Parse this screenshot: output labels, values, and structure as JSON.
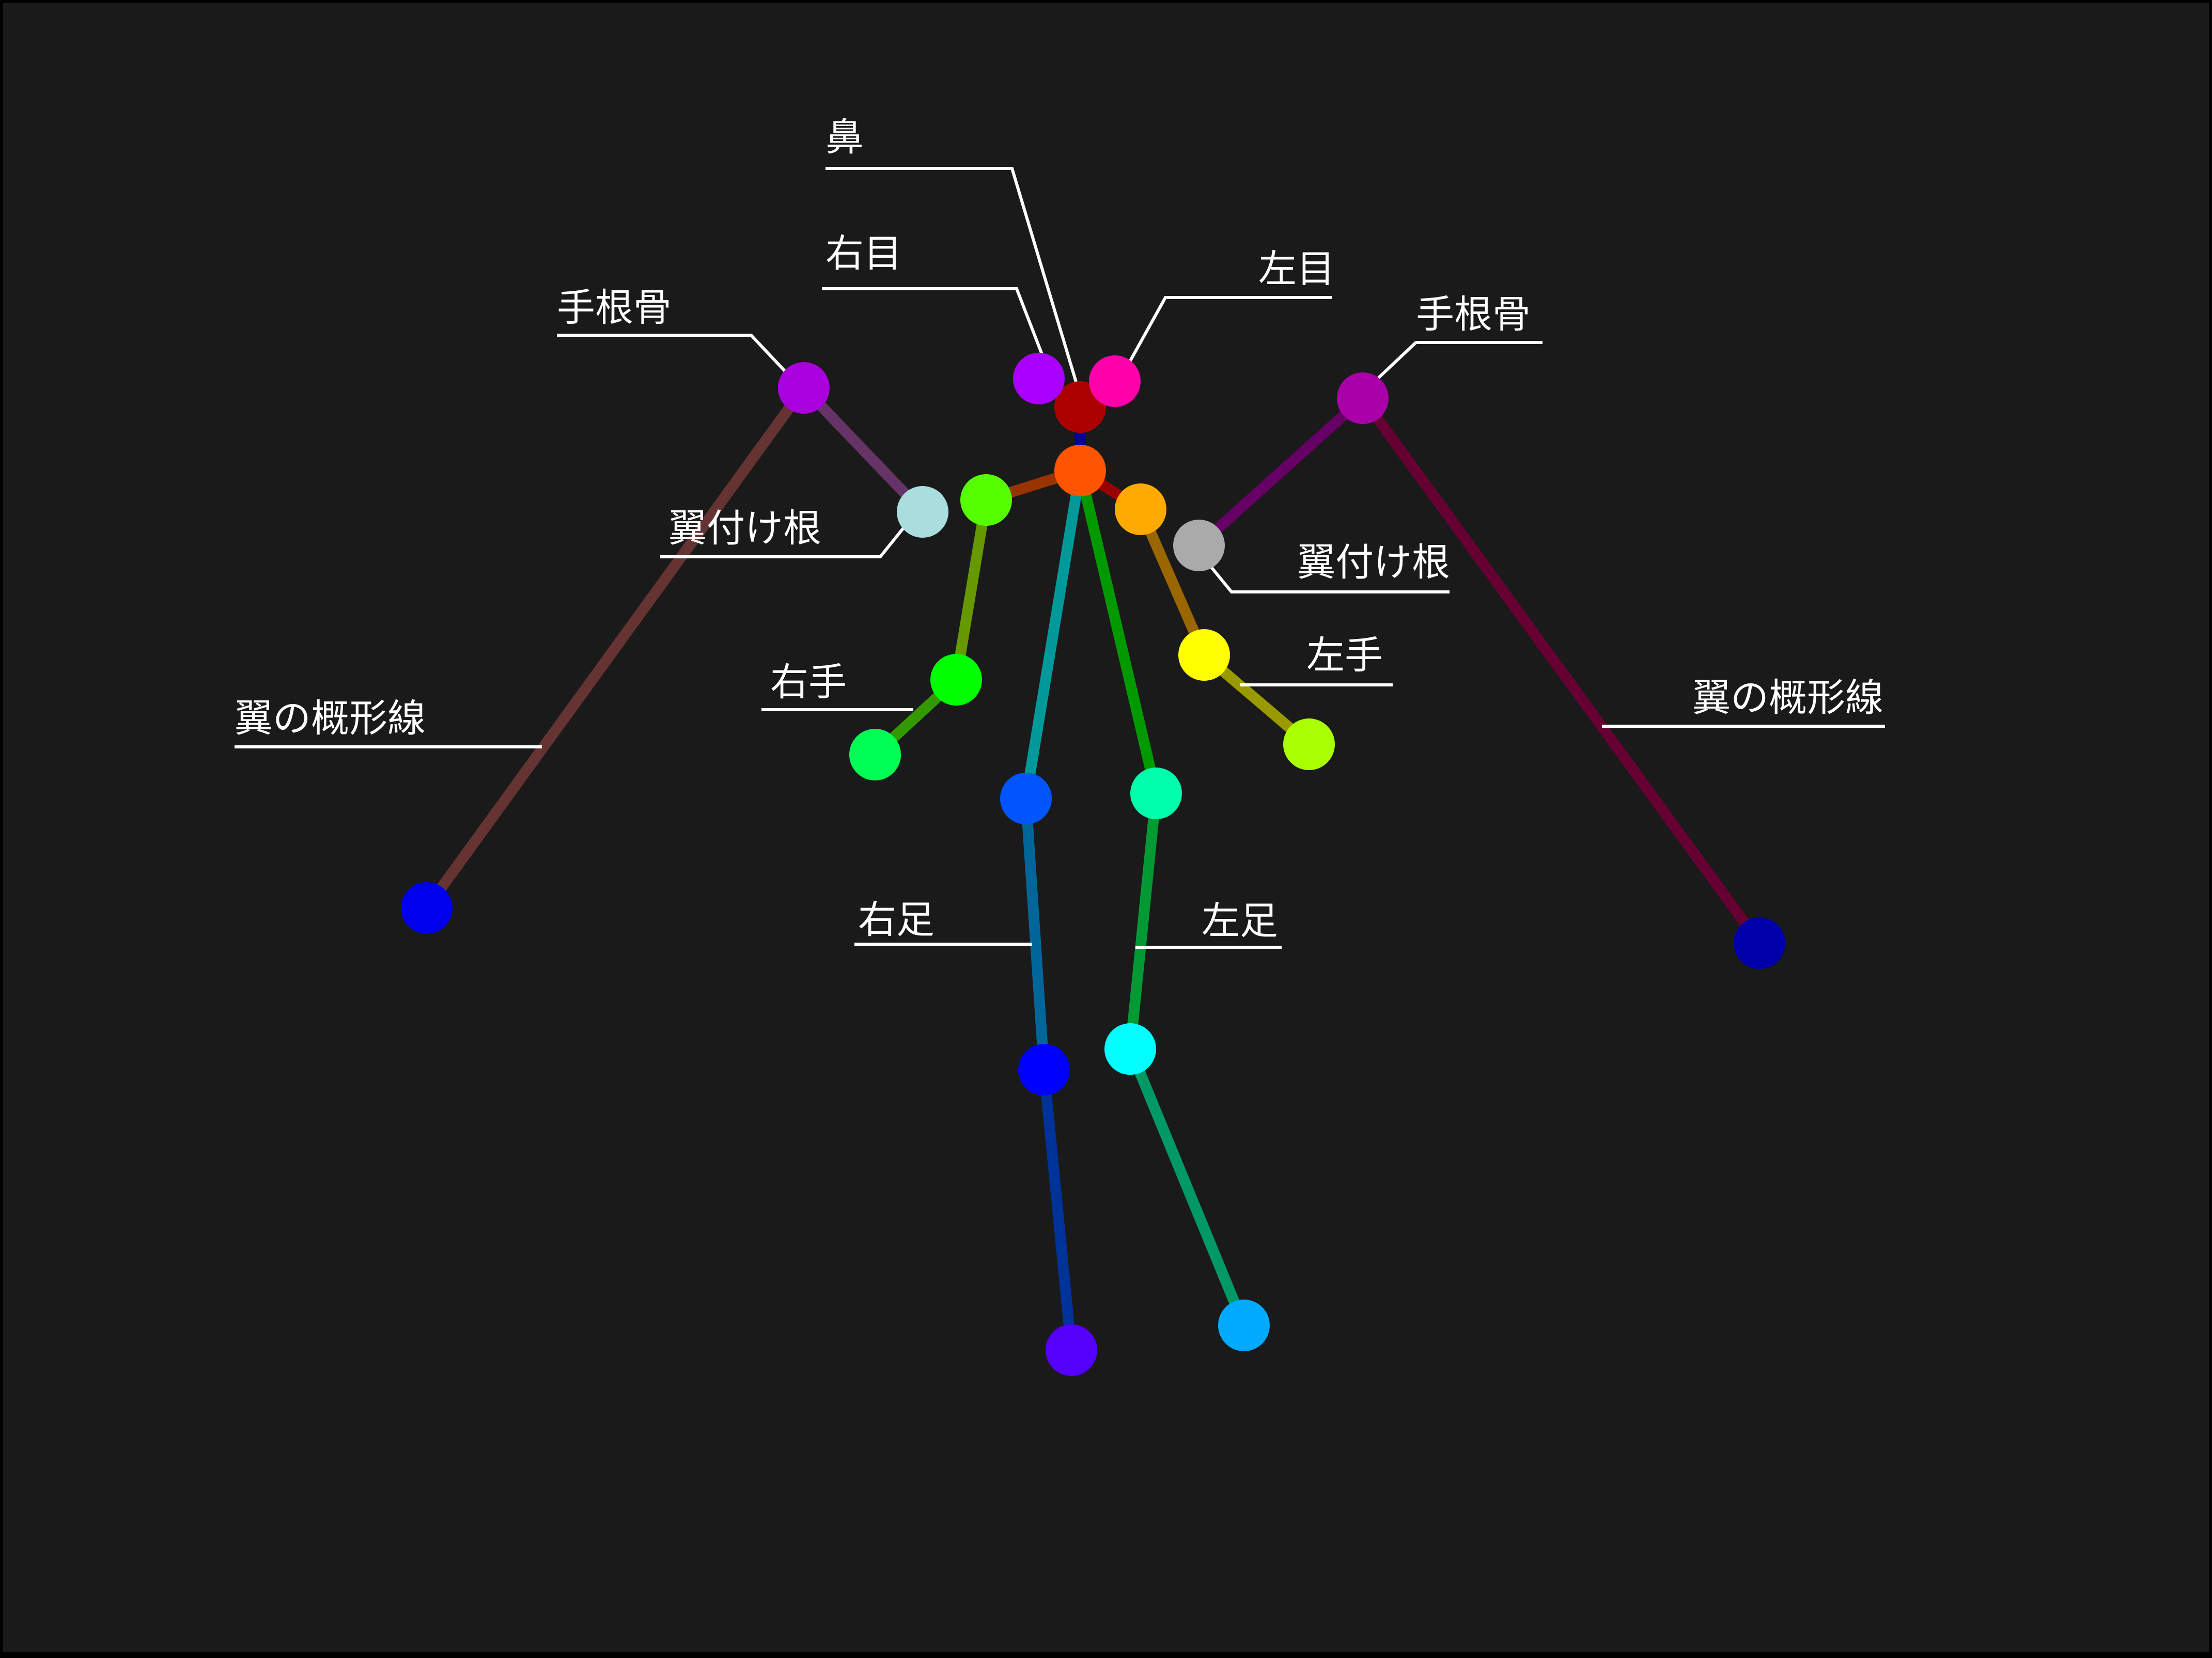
{
  "diagram": {
    "background": "#1a1a1a",
    "labels": {
      "nose": "鼻",
      "right_eye": "右目",
      "left_eye": "左目",
      "right_carpal": "手根骨",
      "left_carpal": "手根骨",
      "right_wing_root": "翼付け根",
      "left_wing_root": "翼付け根",
      "right_hand": "右手",
      "left_hand": "左手",
      "right_wing_outline": "翼の概形線",
      "left_wing_outline": "翼の概形線",
      "right_foot": "右足",
      "left_foot": "左足"
    },
    "keypoints": [
      {
        "id": "nose",
        "color": "#aa0000"
      },
      {
        "id": "right_eye",
        "color": "#aa00ff"
      },
      {
        "id": "left_eye",
        "color": "#ff00aa"
      },
      {
        "id": "neck",
        "color": "#ff5500"
      },
      {
        "id": "right_shoulder",
        "color": "#55ff00"
      },
      {
        "id": "right_elbow",
        "color": "#00ff00"
      },
      {
        "id": "right_wrist",
        "color": "#00ff55"
      },
      {
        "id": "left_shoulder",
        "color": "#ffaa00"
      },
      {
        "id": "left_elbow",
        "color": "#ffff00"
      },
      {
        "id": "left_wrist",
        "color": "#aaff00"
      },
      {
        "id": "right_hip",
        "color": "#0055ff"
      },
      {
        "id": "right_knee",
        "color": "#0000ff"
      },
      {
        "id": "right_ankle",
        "color": "#5500ff"
      },
      {
        "id": "left_hip",
        "color": "#00ffaa"
      },
      {
        "id": "left_knee",
        "color": "#00ffff"
      },
      {
        "id": "left_ankle",
        "color": "#00aaff"
      },
      {
        "id": "right_carpal",
        "color": "#aa00dd"
      },
      {
        "id": "right_wing_root",
        "color": "#aadddd"
      },
      {
        "id": "right_wing_tip",
        "color": "#0000ee"
      },
      {
        "id": "left_carpal",
        "color": "#aa00aa"
      },
      {
        "id": "left_wing_root",
        "color": "#aaaaaa"
      },
      {
        "id": "left_wing_tip",
        "color": "#0000aa"
      }
    ],
    "bones": [
      {
        "from": "nose",
        "to": "neck",
        "color": "#000099"
      },
      {
        "from": "neck",
        "to": "right_shoulder",
        "color": "#993300"
      },
      {
        "from": "neck",
        "to": "left_shoulder",
        "color": "#990000"
      },
      {
        "from": "right_shoulder",
        "to": "right_elbow",
        "color": "#669900"
      },
      {
        "from": "right_elbow",
        "to": "right_wrist",
        "color": "#339900"
      },
      {
        "from": "left_shoulder",
        "to": "left_elbow",
        "color": "#996600"
      },
      {
        "from": "left_elbow",
        "to": "left_wrist",
        "color": "#999900"
      },
      {
        "from": "neck",
        "to": "right_hip",
        "color": "#009999"
      },
      {
        "from": "right_hip",
        "to": "right_knee",
        "color": "#006699"
      },
      {
        "from": "right_knee",
        "to": "right_ankle",
        "color": "#003399"
      },
      {
        "from": "neck",
        "to": "left_hip",
        "color": "#009900"
      },
      {
        "from": "left_hip",
        "to": "left_knee",
        "color": "#009933"
      },
      {
        "from": "left_knee",
        "to": "left_ankle",
        "color": "#009966"
      },
      {
        "from": "right_carpal",
        "to": "right_wing_root",
        "color": "#663366"
      },
      {
        "from": "right_carpal",
        "to": "right_wing_tip",
        "color": "#663333"
      },
      {
        "from": "left_carpal",
        "to": "left_wing_root",
        "color": "#660066"
      },
      {
        "from": "left_carpal",
        "to": "left_wing_tip",
        "color": "#660033"
      }
    ]
  }
}
